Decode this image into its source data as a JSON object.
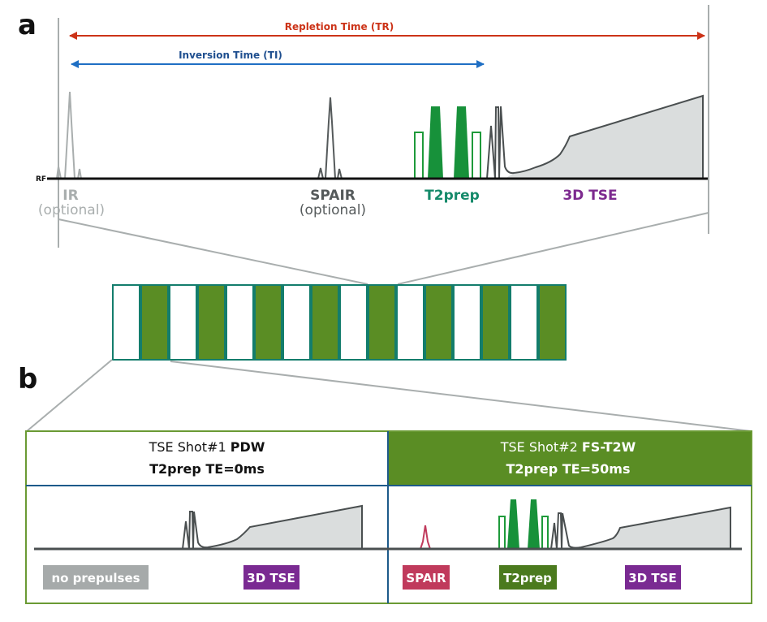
{
  "panel_a": {
    "letter": "a",
    "rf_label": "RF",
    "arrows": {
      "repletion": {
        "label": "Repletion Time (TR)",
        "color": "#cc3318"
      },
      "inversion": {
        "label": "Inversion Time (TI)",
        "color": "#1f6fc4"
      }
    },
    "blocks": [
      {
        "id": "ir",
        "label": "IR",
        "sublabel": "(optional)",
        "color": "#a9aeae"
      },
      {
        "id": "spair",
        "label": "SPAIR",
        "sublabel": "(optional)",
        "color": "#555a5b"
      },
      {
        "id": "t2prep",
        "label": "T2prep",
        "color": "#158a6a"
      },
      {
        "id": "tse",
        "label": "3D TSE",
        "color": "#7d2a8f"
      }
    ]
  },
  "shot_strip": {
    "count": 16,
    "pattern": [
      "white",
      "green",
      "white",
      "green",
      "white",
      "green",
      "white",
      "green",
      "white",
      "green",
      "white",
      "green",
      "white",
      "green",
      "white",
      "green"
    ],
    "highlighted_shot_index": 9,
    "fill_green": "#5a8d24",
    "border": "#137d6c"
  },
  "panel_b": {
    "letter": "b",
    "shots": [
      {
        "title_prefix": "TSE Shot#1 ",
        "title_bold": "PDW",
        "line2": "T2prep TE=0ms",
        "header_bg": "#ffffff",
        "header_fg": "#111111",
        "tags": [
          {
            "label": "no prepulses",
            "bg": "#a6aaaa"
          },
          {
            "label": "3D TSE",
            "bg": "#7a2a92"
          }
        ]
      },
      {
        "title_prefix": "TSE Shot#2 ",
        "title_bold": "FS-T2W",
        "line2": "T2prep TE=50ms",
        "header_bg": "#5a8d24",
        "header_fg": "#ffffff",
        "tags": [
          {
            "label": "SPAIR",
            "bg": "#c03a5c"
          },
          {
            "label": "T2prep",
            "bg": "#4b7a1e"
          },
          {
            "label": "3D TSE",
            "bg": "#7a2a92"
          }
        ]
      }
    ]
  }
}
